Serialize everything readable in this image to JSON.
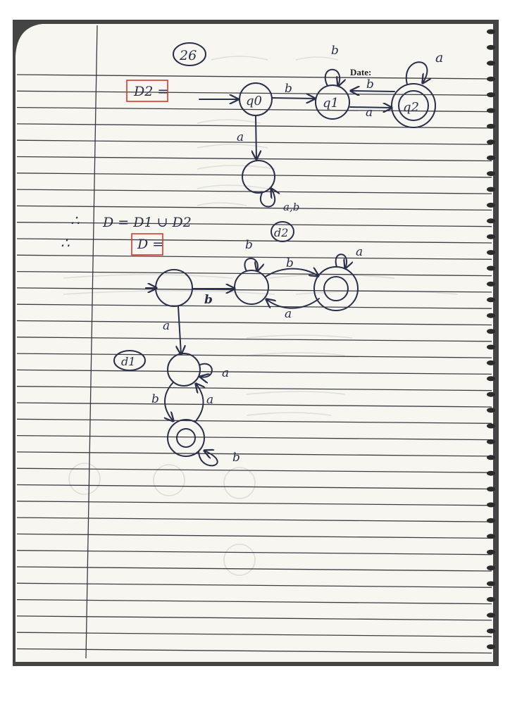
{
  "page": {
    "date_label": "Date:",
    "page_number": "26"
  },
  "colors": {
    "ink": "#2a2f4a",
    "box": "#d23a2a",
    "paper": "#f7f6f1",
    "rules": "#3d3d45"
  },
  "dfa_d2": {
    "label": "D2 =",
    "states": [
      "q0",
      "q1",
      "q2"
    ],
    "transitions": [
      {
        "from": "q0",
        "to": "q1",
        "label": "b"
      },
      {
        "from": "q1",
        "to": "q1",
        "label": "b"
      },
      {
        "from": "q1",
        "to": "q2",
        "label": "a"
      },
      {
        "from": "q2",
        "to": "q1",
        "label": "b"
      },
      {
        "from": "q2",
        "to": "q2",
        "label": "a"
      },
      {
        "from": "q0",
        "to": "dead",
        "label": "a"
      },
      {
        "from": "dead",
        "to": "dead",
        "label": "a,b"
      }
    ]
  },
  "union_line": {
    "therefore": "∴",
    "text": "D = D1 ∪ D2"
  },
  "dfa_d": {
    "therefore": "∴",
    "label": "D =",
    "tags": [
      "d2",
      "d1"
    ],
    "transitions": [
      {
        "from": "start",
        "to": "d2_s1",
        "label": "b"
      },
      {
        "from": "d2_s1",
        "to": "d2_s1",
        "label": "b"
      },
      {
        "from": "d2_s1",
        "to": "d2_s2",
        "label": "b"
      },
      {
        "from": "d2_s2",
        "to": "d2_s1",
        "label": "a"
      },
      {
        "from": "d2_s2",
        "to": "d2_s2",
        "label": "a"
      },
      {
        "from": "start",
        "to": "d1_s1",
        "label": "a"
      },
      {
        "from": "d1_s1",
        "to": "d1_s1",
        "label": "a"
      },
      {
        "from": "d1_s1",
        "to": "d1_s2",
        "label": "b"
      },
      {
        "from": "d1_s2",
        "to": "d1_s1",
        "label": "a"
      },
      {
        "from": "d1_s2",
        "to": "d1_s2",
        "label": "b"
      }
    ]
  }
}
